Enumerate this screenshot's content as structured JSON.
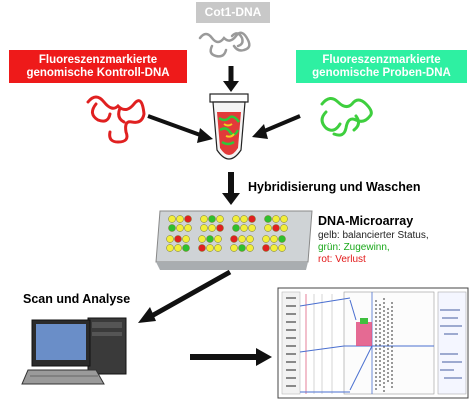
{
  "cot1": {
    "label": "Cot1-DNA"
  },
  "control": {
    "line1": "Fluoreszenzmarkierte",
    "line2": "genomische Kontroll-DNA",
    "color": "#ee1a1a"
  },
  "sample": {
    "line1": "Fluoreszenzmarkierte",
    "line2": "genomische Proben-DNA",
    "color": "#2ef0a2"
  },
  "steps": {
    "hybridization": "Hybridisierung und Waschen",
    "scan": "Scan und Analyse"
  },
  "microarray": {
    "title": "DNA-Microarray",
    "legend": [
      {
        "text": "gelb: balancierter Status,",
        "color": "#222222"
      },
      {
        "text": "grün: Zugewinn,",
        "color": "#1aa81a"
      },
      {
        "text": "rot: Verlust",
        "color": "#e31818"
      }
    ]
  }
}
